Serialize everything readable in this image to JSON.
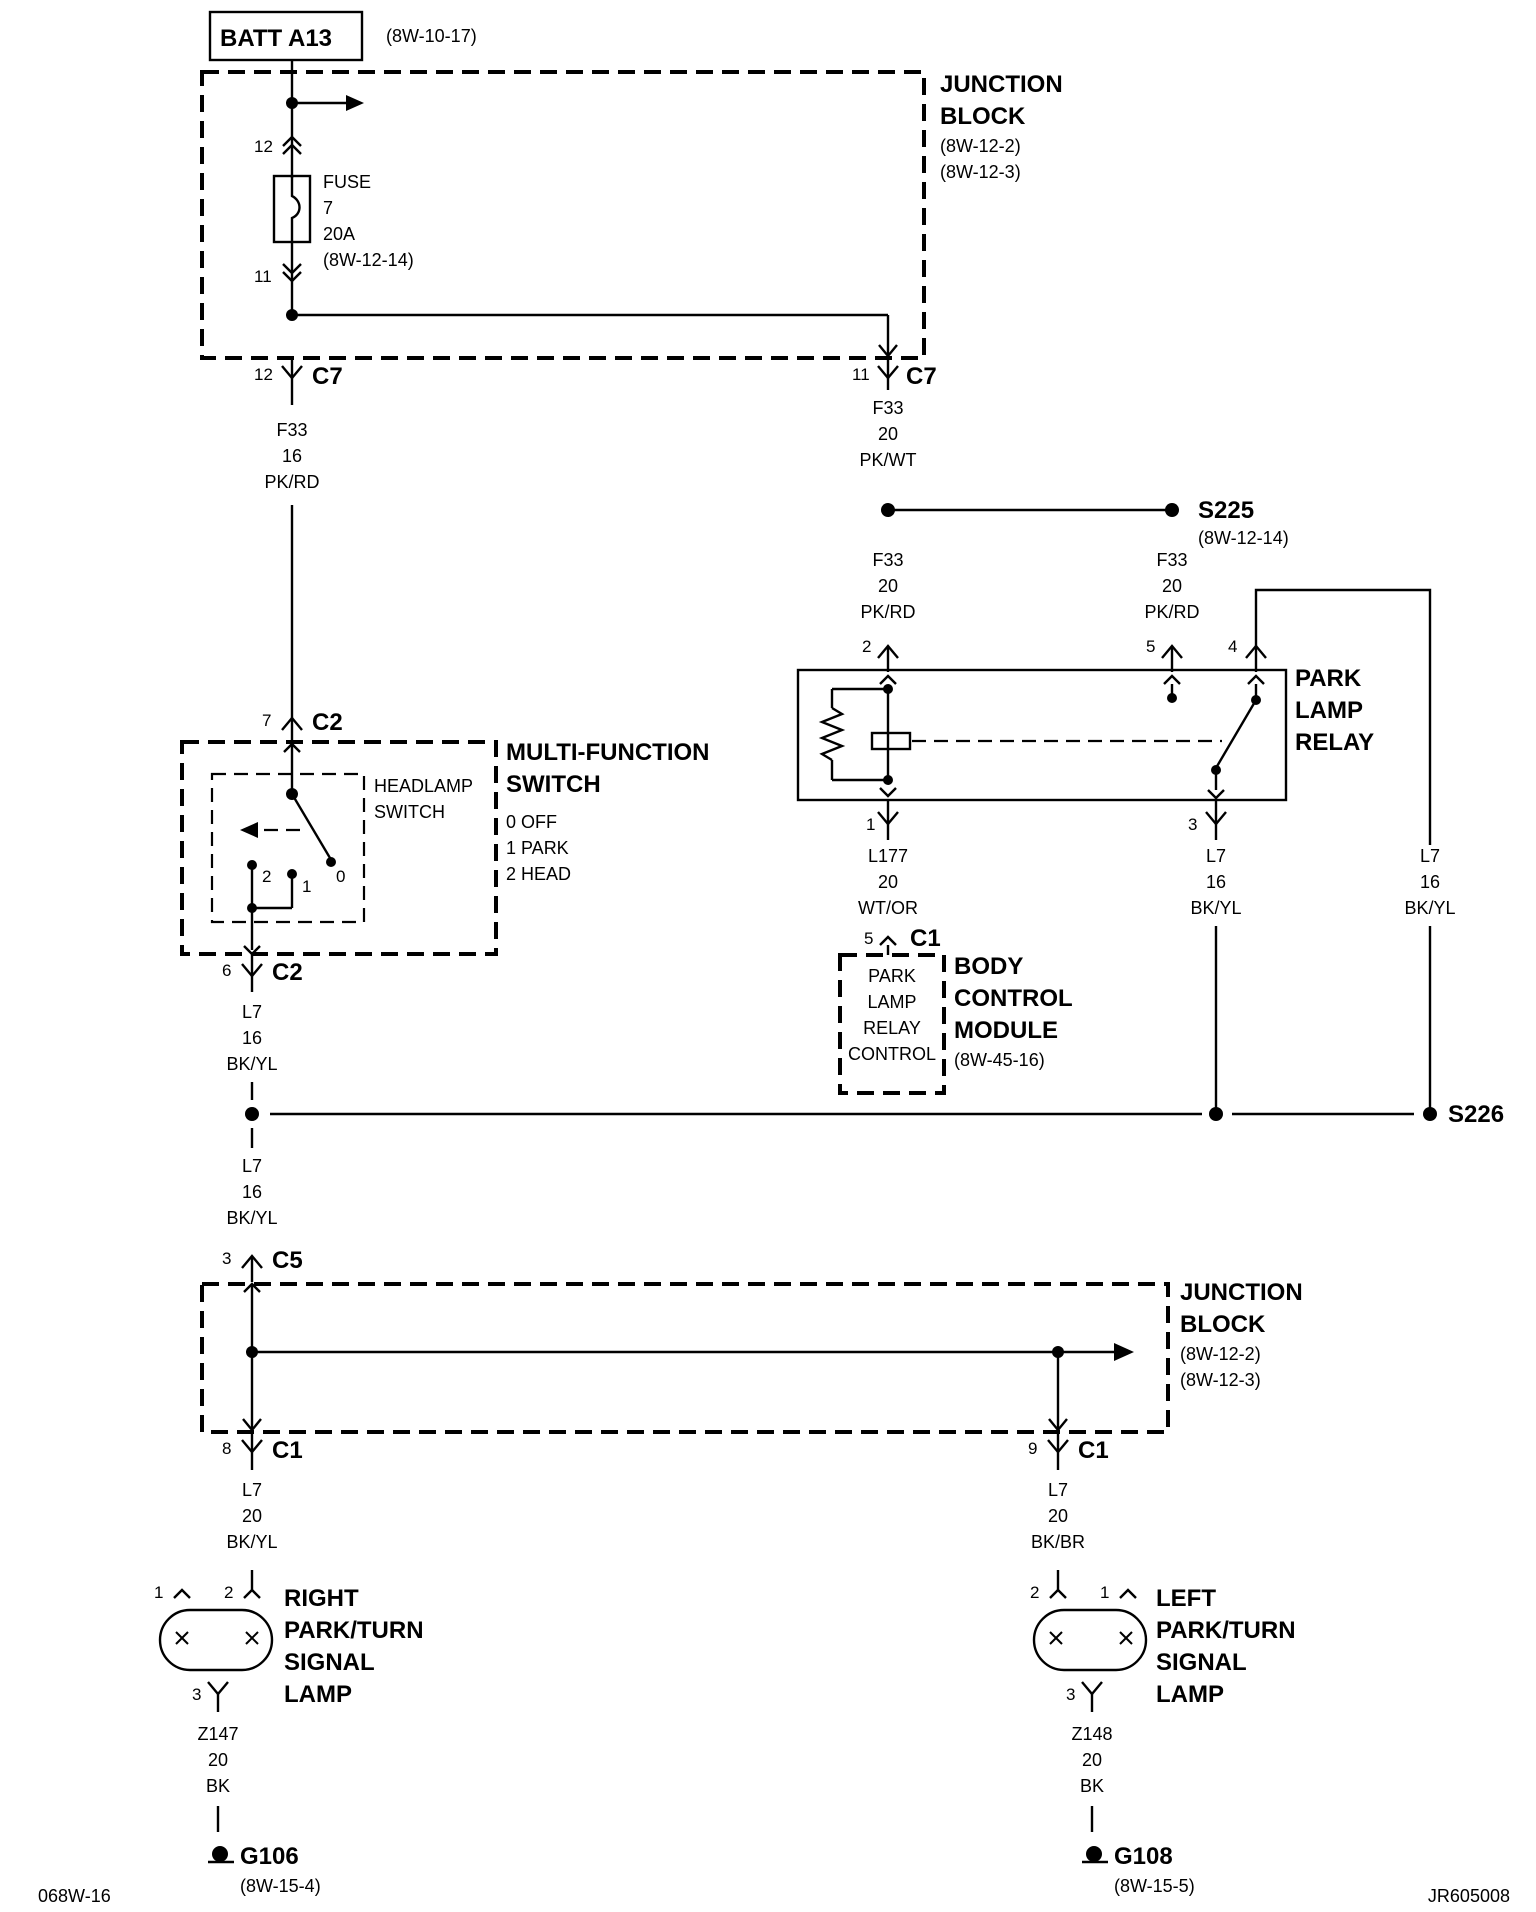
{
  "battery": {
    "label": "BATT A13",
    "ref": "(8W-10-17)"
  },
  "junction_block_top": {
    "lines": [
      "JUNCTION",
      "BLOCK"
    ],
    "refs": [
      "(8W-12-2)",
      "(8W-12-3)"
    ]
  },
  "fuse": {
    "lines": [
      "FUSE",
      "7",
      "20A",
      "(8W-12-14)"
    ],
    "pin_in": "12",
    "pin_out": "11"
  },
  "jb_c7_left": {
    "pin": "12",
    "conn": "C7",
    "wire": [
      "F33",
      "16",
      "PK/RD"
    ]
  },
  "jb_c7_right": {
    "pin": "11",
    "conn": "C7",
    "wire": [
      "F33",
      "20",
      "PK/WT"
    ]
  },
  "splice_s225": {
    "name": "S225",
    "ref": "(8W-12-14)"
  },
  "relay_feed_left": [
    "F33",
    "20",
    "PK/RD"
  ],
  "relay_feed_right": [
    "F33",
    "20",
    "PK/RD"
  ],
  "park_lamp_relay": {
    "lines": [
      "PARK",
      "LAMP",
      "RELAY"
    ],
    "pins": [
      "2",
      "5",
      "4",
      "1",
      "3"
    ]
  },
  "relay_out_1": {
    "wire": [
      "L177",
      "20",
      "WT/OR"
    ]
  },
  "relay_out_3": {
    "wire": [
      "L7",
      "16",
      "BK/YL"
    ]
  },
  "relay_jumper_4": {
    "wire": [
      "L7",
      "16",
      "BK/YL"
    ]
  },
  "body_control_module": {
    "lines": [
      "BODY",
      "CONTROL",
      "MODULE"
    ],
    "ref": "(8W-45-16)",
    "inner": [
      "PARK",
      "LAMP",
      "RELAY",
      "CONTROL"
    ],
    "pin": "5",
    "conn": "C1"
  },
  "multi_function_switch": {
    "lines": [
      "MULTI-FUNCTION",
      "SWITCH"
    ],
    "positions": [
      "0 OFF",
      "1 PARK",
      "2 HEAD"
    ],
    "inner": [
      "HEADLAMP",
      "SWITCH"
    ],
    "contacts": [
      "2",
      "1",
      "0"
    ],
    "pin_in": "7",
    "conn_in": "C2",
    "pin_out": "6",
    "conn_out": "C2"
  },
  "switch_out_wire": [
    "L7",
    "16",
    "BK/YL"
  ],
  "splice_s226": {
    "name": "S226"
  },
  "jb_feed_wire": [
    "L7",
    "16",
    "BK/YL"
  ],
  "junction_block_bottom": {
    "lines": [
      "JUNCTION",
      "BLOCK"
    ],
    "refs": [
      "(8W-12-2)",
      "(8W-12-3)"
    ],
    "pin_in": "3",
    "conn_in": "C5"
  },
  "jb_c1_left": {
    "pin": "8",
    "conn": "C1",
    "wire": [
      "L7",
      "20",
      "BK/YL"
    ]
  },
  "jb_c1_right": {
    "pin": "9",
    "conn": "C1",
    "wire": [
      "L7",
      "20",
      "BK/BR"
    ]
  },
  "right_lamp": {
    "lines": [
      "RIGHT",
      "PARK/TURN",
      "SIGNAL",
      "LAMP"
    ],
    "pins": [
      "1",
      "2",
      "3"
    ],
    "ground_wire": [
      "Z147",
      "20",
      "BK"
    ]
  },
  "left_lamp": {
    "lines": [
      "LEFT",
      "PARK/TURN",
      "SIGNAL",
      "LAMP"
    ],
    "pins": [
      "2",
      "1",
      "3"
    ],
    "ground_wire": [
      "Z148",
      "20",
      "BK"
    ]
  },
  "ground_g106": {
    "name": "G106",
    "ref": "(8W-15-4)"
  },
  "ground_g108": {
    "name": "G108",
    "ref": "(8W-15-5)"
  },
  "footer": {
    "left": "068W-16",
    "right": "JR605008"
  }
}
